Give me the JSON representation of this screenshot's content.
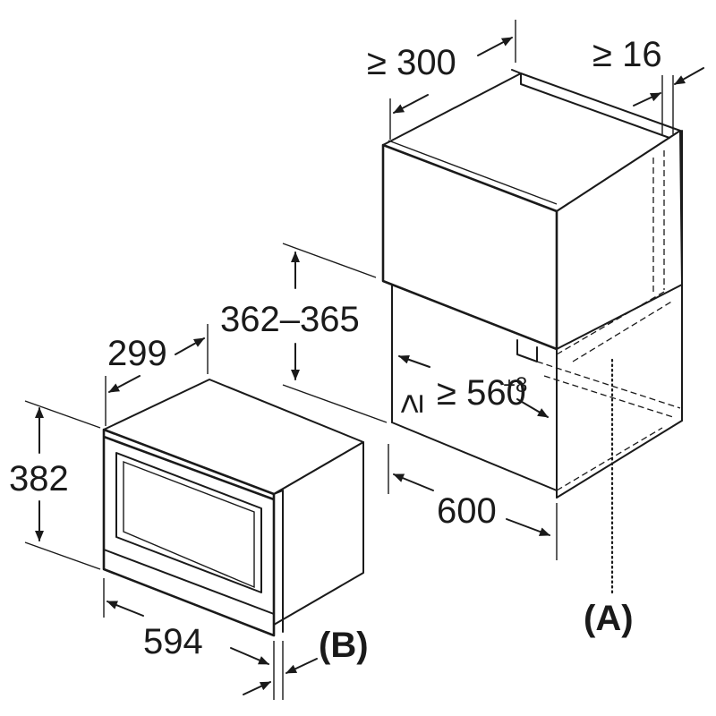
{
  "dimensions": {
    "cabinet_depth": "≥ 300",
    "side_clearance": "≥ 16",
    "niche_height": "362–365",
    "niche_width_value": "≥ 560",
    "niche_width_tolerance": "+8",
    "cabinet_width": "600",
    "appliance_depth": "299",
    "appliance_height": "382",
    "appliance_width": "594"
  },
  "callouts": {
    "a": "(A)",
    "b": "(B)"
  },
  "colors": {
    "line": "#1a1a1a",
    "background": "#ffffff"
  }
}
